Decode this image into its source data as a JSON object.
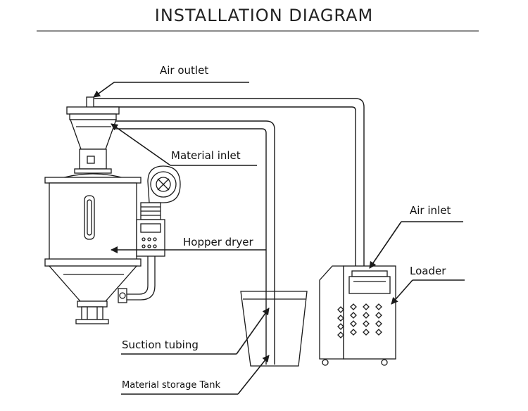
{
  "title": "INSTALLATION DIAGRAM",
  "labels": {
    "air_outlet": "Air outlet",
    "material_inlet": "Material inlet",
    "air_inlet": "Air inlet",
    "loader": "Loader",
    "hopper_dryer": "Hopper dryer",
    "suction_tubing": "Suction tubing",
    "material_storage_tank": "Material storage Tank"
  },
  "colors": {
    "line": "#1a1a1a",
    "background": "#ffffff"
  }
}
